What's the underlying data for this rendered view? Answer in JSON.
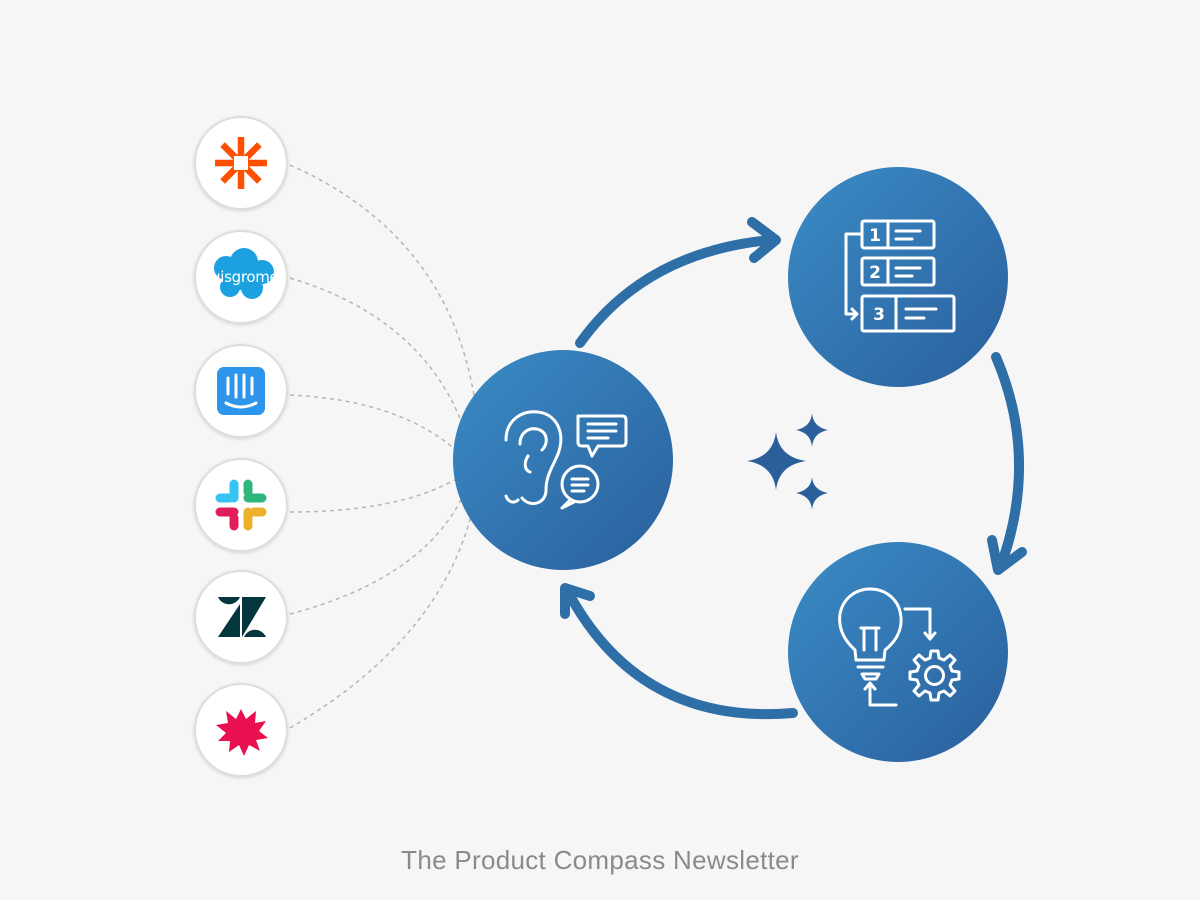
{
  "footer": "The Product Compass Newsletter",
  "sources": [
    {
      "name": "zapier-logo-icon",
      "color": "#ff4f00"
    },
    {
      "name": "salesforce-logo-icon",
      "color": "#1ba1e0",
      "text": "suisgrome"
    },
    {
      "name": "intercom-logo-icon",
      "color": "#2d95eb"
    },
    {
      "name": "slack-logo-icon",
      "colors": [
        "#36c5f0",
        "#2eb67d",
        "#ecb22e",
        "#e01e5a"
      ]
    },
    {
      "name": "zendesk-logo-icon",
      "color": "#03363d"
    },
    {
      "name": "splat-logo-icon",
      "color": "#e8104f"
    }
  ],
  "steps": [
    {
      "name": "listen-feedback-node",
      "icon": "ear-and-chat-icon"
    },
    {
      "name": "prioritize-node",
      "icon": "numbered-list-icon",
      "numbers": [
        "1",
        "2",
        "3"
      ]
    },
    {
      "name": "implement-node",
      "icon": "lightbulb-gear-icon"
    }
  ],
  "colors": {
    "node_light": "#3a8cc6",
    "node_dark": "#2a5f9c",
    "arrow": "#2f6fa7",
    "connector": "#b5b5b5",
    "sparkle": "#2a5f9c",
    "background": "#f6f6f6"
  }
}
